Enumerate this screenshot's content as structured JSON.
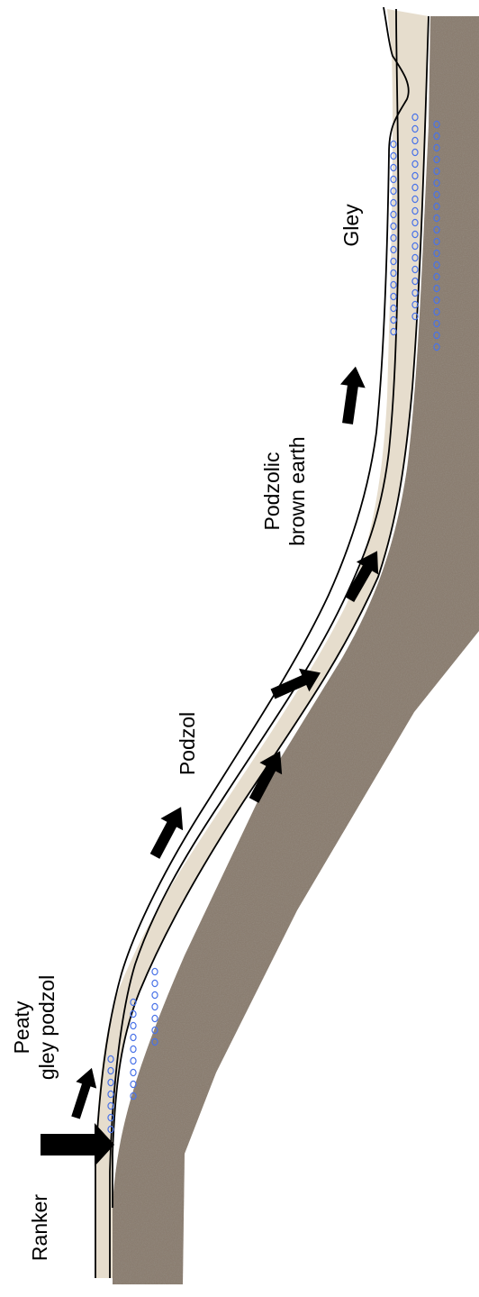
{
  "labels": {
    "ranker": "Ranker",
    "peaty_line1": "Peaty",
    "peaty_line2": "gley podzol",
    "podzol": "Podzol",
    "podzolic_line1": "Podzolic",
    "podzolic_line2": "brown earth",
    "gley": "Gley"
  },
  "colors": {
    "background": "#ffffff",
    "topsoil": "#e6ddcd",
    "bedrock": "#8a7d70",
    "outline": "#000000",
    "arrow": "#000000",
    "gley_marks": "#4a73e8"
  },
  "icons": [
    "arrow-icon",
    "gleying-circles"
  ]
}
